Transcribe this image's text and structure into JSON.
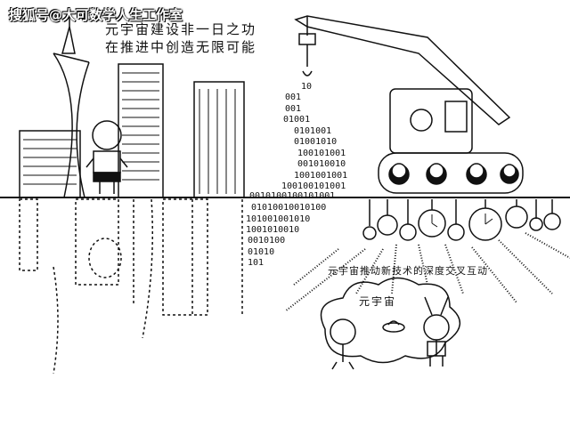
{
  "watermark": "搜狐号@大可数学人生工作室",
  "caption": {
    "line1": "元宇宙建设非一日之功",
    "line2": "在推进中创造无限可能"
  },
  "bottom_caption": "元宇宙推动新技术的深度交叉互动",
  "cloud_label": "元宇宙",
  "binary_lines": [
    "10",
    "001",
    "001",
    "01001",
    "0101001",
    "01001010",
    "100101001",
    "001010010",
    "1001001001",
    "100100101001",
    "0010100100101001",
    "01010010010100",
    "101001001010",
    "1001010010",
    "0010100",
    "01010",
    "101"
  ]
}
